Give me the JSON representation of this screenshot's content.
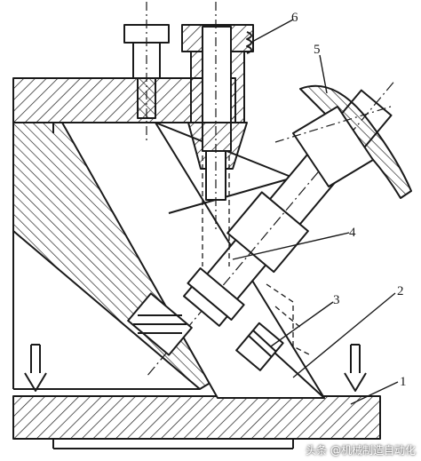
{
  "figure": {
    "callouts": [
      "1",
      "2",
      "3",
      "4",
      "5",
      "6"
    ]
  },
  "watermark": {
    "text": "头条 @机械制造自动化"
  },
  "colors": {
    "ink": "#1a1a1a",
    "paper": "#ffffff"
  }
}
